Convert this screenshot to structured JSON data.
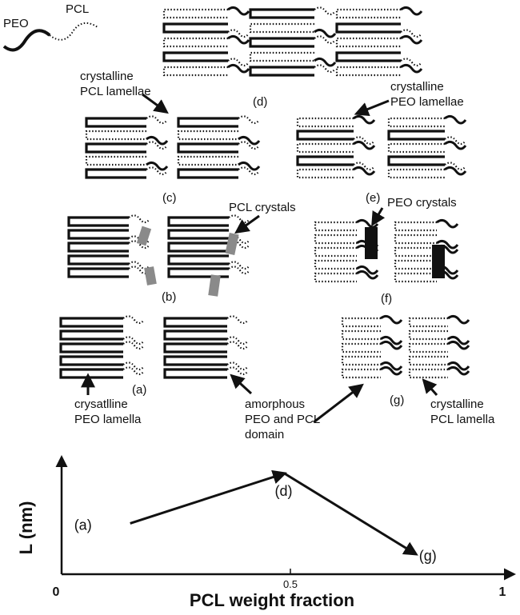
{
  "legend": {
    "peo_label": "PEO",
    "pcl_label": "PCL"
  },
  "labels": {
    "crystalline_pcl_lamellae": [
      "crystalline",
      "PCL lamellae"
    ],
    "crystalline_peo_lamellae": [
      "crystalline",
      "PEO lamellae"
    ],
    "pcl_crystals": "PCL crystals",
    "peo_crystals": "PEO crystals",
    "crystalline_peo_lamella": [
      "crysatlline",
      "PEO lamella"
    ],
    "amorphous_domain": [
      "amorphous",
      "PEO and PCL",
      "domain"
    ],
    "crystalline_pcl_lamella": [
      "crystalline",
      "PCL lamella"
    ]
  },
  "panels": {
    "a": "(a)",
    "b": "(b)",
    "c": "(c)",
    "d": "(d)",
    "e": "(e)",
    "f": "(f)",
    "g": "(g)"
  },
  "plot": {
    "ylabel": "L (nm)",
    "xlabel": "PCL weight fraction",
    "x_ticks": [
      "0",
      "0.5",
      "1"
    ],
    "points": [
      {
        "label": "(a)",
        "x": 0.1,
        "y": 0.44
      },
      {
        "label": "(d)",
        "x": 0.5,
        "y": 0.9
      },
      {
        "label": "(g)",
        "x": 0.82,
        "y": 0.18
      }
    ],
    "xlim": [
      0,
      1
    ],
    "ylim": [
      0,
      1
    ]
  },
  "colors": {
    "line": "#111111",
    "pcl_crystal": "#8a8a8a",
    "peo_crystal": "#111111"
  }
}
